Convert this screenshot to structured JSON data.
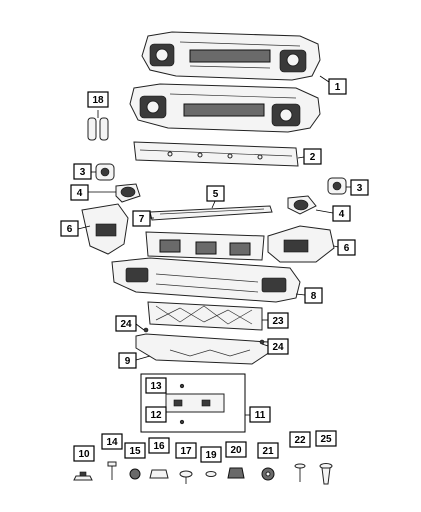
{
  "diagram": {
    "callouts": [
      {
        "id": "c1",
        "label": "1"
      },
      {
        "id": "c2",
        "label": "2"
      },
      {
        "id": "c3a",
        "label": "3"
      },
      {
        "id": "c3b",
        "label": "3"
      },
      {
        "id": "c4a",
        "label": "4"
      },
      {
        "id": "c4b",
        "label": "4"
      },
      {
        "id": "c5",
        "label": "5"
      },
      {
        "id": "c6a",
        "label": "6"
      },
      {
        "id": "c6b",
        "label": "6"
      },
      {
        "id": "c7",
        "label": "7"
      },
      {
        "id": "c8",
        "label": "8"
      },
      {
        "id": "c9",
        "label": "9"
      },
      {
        "id": "c10",
        "label": "10"
      },
      {
        "id": "c11",
        "label": "11"
      },
      {
        "id": "c12",
        "label": "12"
      },
      {
        "id": "c13",
        "label": "13"
      },
      {
        "id": "c14",
        "label": "14"
      },
      {
        "id": "c15",
        "label": "15"
      },
      {
        "id": "c16",
        "label": "16"
      },
      {
        "id": "c17",
        "label": "17"
      },
      {
        "id": "c18",
        "label": "18"
      },
      {
        "id": "c19",
        "label": "19"
      },
      {
        "id": "c20",
        "label": "20"
      },
      {
        "id": "c21",
        "label": "21"
      },
      {
        "id": "c22",
        "label": "22"
      },
      {
        "id": "c23",
        "label": "23"
      },
      {
        "id": "c24a",
        "label": "24"
      },
      {
        "id": "c24b",
        "label": "24"
      },
      {
        "id": "c25",
        "label": "25"
      }
    ]
  }
}
